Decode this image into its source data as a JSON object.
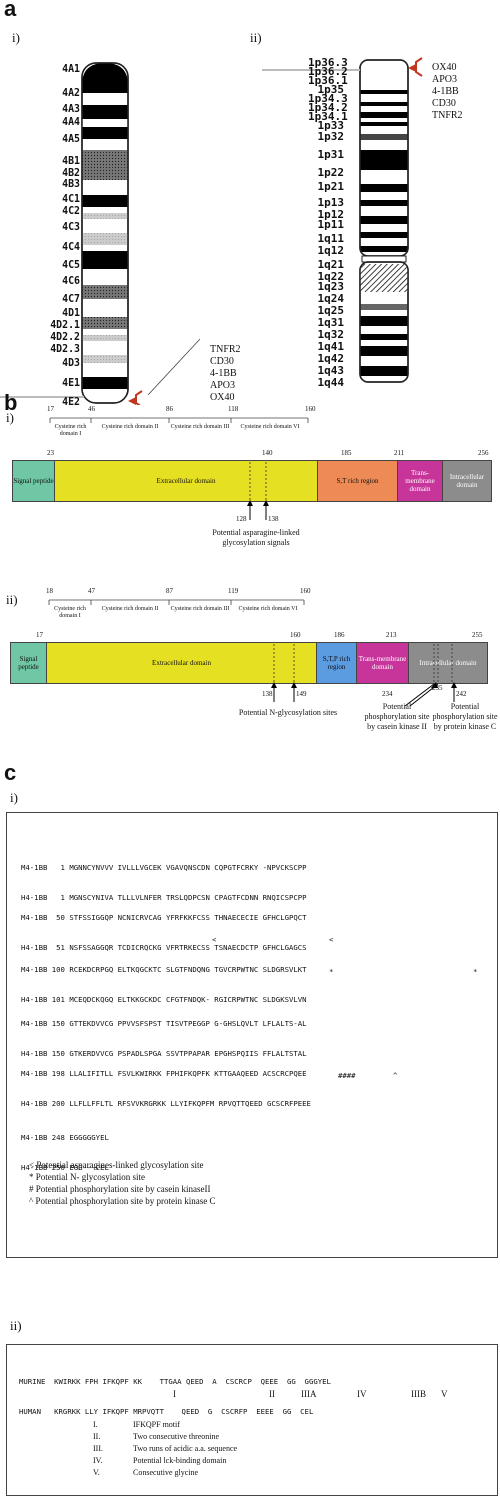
{
  "panel_a": {
    "letter": "a",
    "i": {
      "label": "i)",
      "bands": [
        "4A1",
        "4A2",
        "4A3",
        "4A4",
        "4A5",
        "4B1",
        "4B2",
        "4B3",
        "4C1",
        "4C2",
        "4C3",
        "4C4",
        "4C5",
        "4C6",
        "4C7",
        "4D1",
        "4D2.1",
        "4D2.2",
        "4D2.3",
        "4D3",
        "4E1",
        "4E2"
      ],
      "genes": [
        "TNFR2",
        "CD30",
        "4-1BB",
        "APO3",
        "OX40"
      ]
    },
    "ii": {
      "label": "ii)",
      "bands": [
        "36.3",
        "36.2",
        "36.1",
        "35",
        "34.3",
        "34.2",
        "34.1",
        "33",
        "32",
        "31",
        "22",
        "21",
        "13",
        "12",
        "11",
        "11",
        "12",
        "21",
        "22",
        "23",
        "24",
        "25",
        "31",
        "32",
        "41",
        "42",
        "43",
        "44"
      ],
      "band_prefixes": [
        "1p",
        "1p",
        "1p",
        "1p",
        "1p",
        "1p",
        "1p",
        "1p",
        "1p",
        "1p",
        "1p",
        "1p",
        "1p",
        "1p",
        "1p",
        "1q",
        "1q",
        "1q",
        "1q",
        "1q",
        "1q",
        "1q",
        "1q",
        "1q",
        "1q",
        "1q",
        "1q",
        "1q"
      ],
      "genes": [
        "OX40",
        "APO3",
        "4-1BB",
        "CD30",
        "TNFR2"
      ]
    }
  },
  "panel_b": {
    "letter": "b",
    "i": {
      "label": "i)",
      "crd_numbers": [
        "17",
        "46",
        "86",
        "118",
        "160"
      ],
      "crd_labels": [
        "Cysteine rich domain I",
        "Cysteine rich domain II",
        "Cysteine rich domain III",
        "Cysteine rich domain VI"
      ],
      "top_numbers": [
        "23",
        "140",
        "185",
        "211",
        "256"
      ],
      "domains": [
        "Signal peptide",
        "Extracellular domain",
        "S,T rich region",
        "Trans-membrane domain",
        "Intracellular domain"
      ],
      "markers": [
        "128",
        "138"
      ],
      "annotation": "Potential asparagine-linked glycosylation signals"
    },
    "ii": {
      "label": "ii)",
      "crd_numbers": [
        "18",
        "47",
        "87",
        "119",
        "160"
      ],
      "crd_labels": [
        "Cysteine rich domain I",
        "Cysteine rich domain II",
        "Cysteine rich domain III",
        "Cysteine rich domain VI"
      ],
      "top_numbers": [
        "17",
        "160",
        "186",
        "213",
        "255"
      ],
      "domains": [
        "Signal peptide",
        "Extracellular domain",
        "S,T,P rich region",
        "Trans-membrane domain",
        "Intracellular domain"
      ],
      "markers": [
        "138",
        "149",
        "234",
        "235",
        "242"
      ],
      "annotations": [
        "Potential N-glycosylation sites",
        "Potential phosphorylation site by casein kinase II",
        "Potential phosphorylation site by protein kinase C"
      ]
    },
    "colors": {
      "signal": "#6fc7a5",
      "extracellular": "#e6e022",
      "st": "#ee8a55",
      "stp": "#5b9be0",
      "tm": "#c8359a",
      "intra": "#8c8c8c"
    }
  },
  "panel_c": {
    "letter": "c",
    "i": {
      "label": "i)",
      "blocks": [
        {
          "m": "M4-1BB   1 MGNNCYNVVV IVLLLVGCEK VGAVQNSCDN CQPGTFCRKY -NPVCKSCPP",
          "h": "H4-1BB   1 MGNSCYNIVA TLLLVLNFER TRSLQDPCSN CPAGTFCDNN RNQICSPCPP"
        },
        {
          "m": "M4-1BB  50 STFSSIGGQP NCNICRVCAG YFRFKKFCSS THNAECECIE GFHCLGPQCT",
          "h": "H4-1BB  51 NSFSSAGGQR TCDICRQCKG VFRTRKECSS TSNAECDCTP GFHCLGAGCS"
        },
        {
          "m": "M4-1BB 100 RCEKDCRPGQ ELTKQGCKTC SLGTFNDQNG TGVCRPWTNC SLDGRSVLKT",
          "h": "H4-1BB 101 MCEQDCKQGQ ELTKKGCKDC CFGTFNDQK- RGICRPWTNC SLDGKSVLVN"
        },
        {
          "m": "M4-1BB 150 GTTEKDVVCG PPVVSFSPST TISVTPEGGP G-GHSLQVLT LFLALTS-AL",
          "h": "H4-1BB 150 GTKERDVVCG PSPADLSPGA SSVTPPAPAR EPGHSPQIIS FFLALTSTAL"
        },
        {
          "m": "M4-1BB 198 LLALIFITLL FSVLKWIRKK FPHIFKQPFK KTTGAAQEED ACSCRCPQEE",
          "h": "H4-1BB 200 LLFLLFFLTL RFSVVKRGRKK LLYIFKQPFM RPVQTTQEED GCSCRFPEEE"
        },
        {
          "m": "M4-1BB 248 EGGGGGYEL",
          "h": "H4-1BB 250 EGG---CEL"
        }
      ],
      "marks": [
        "<",
        "<",
        "*",
        "*",
        "####",
        "^"
      ],
      "legend": [
        "< Potential asparagines-linked glycosylation site",
        "* Potential N- glycosylation site",
        "# Potential phosphorylation site by casein kinaseII",
        "^ Potential phosphorylation site by protein kinase C"
      ]
    },
    "ii": {
      "label": "ii)",
      "murine": "MURINE  KWIRKK FPH IFKQPF KK    TTGAA QEED  A  CSCRCP  QEEE  GG  GGGYEL",
      "human": "HUMAN   KRGRKK LLY IFKQPF MRPVQTT    QEED  G  CSCRFP  EEEE  GG  CEL",
      "roman": [
        "I",
        "II",
        "IIIA",
        "IV",
        "IIIB",
        "V"
      ],
      "legend_numerals": [
        "I.",
        "II.",
        "III.",
        "IV.",
        "V."
      ],
      "legend_texts": [
        "IFKQPF motif",
        "Two consecutive threonine",
        "Two runs of acidic a.a. sequence",
        "Potential lck-binding domain",
        "Consecutive glycine"
      ]
    }
  }
}
